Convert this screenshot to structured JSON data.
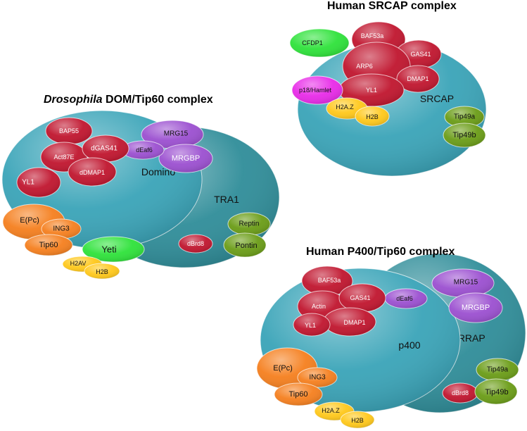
{
  "colors": {
    "scaffold_main": "#3aa4b8",
    "scaffold_secondary": "#2f8d99",
    "red": "#c0152e",
    "purple": "#9b4fd0",
    "orange": "#f57f1e",
    "yellow": "#ffc81a",
    "green_olive": "#6a9c16",
    "green_bright": "#2ee23a",
    "magenta": "#e82ae8"
  },
  "panels": {
    "drosophila": {
      "title_italic": "Drosophila",
      "title_rest": " DOM/Tip60 complex",
      "scaffold_main": "Domino",
      "scaffold_secondary": "TRA1",
      "subunits": {
        "bap55": "BAP55",
        "act87e": "Act87E",
        "dgas41": "dGAS41",
        "ddmap1": "dDMAP1",
        "yl1": "YL1",
        "mrg15": "MRG15",
        "deaf6": "dEaf6",
        "mrgbp": "MRGBP",
        "epc": "E(Pc)",
        "ing3": "ING3",
        "tip60": "Tip60",
        "yeti": "Yeti",
        "h2av": "H2AV",
        "h2b": "H2B",
        "dbrd8": "dBrd8",
        "reptin": "Reptin",
        "pontin": "Pontin"
      }
    },
    "srcap": {
      "title": "Human SRCAP complex",
      "scaffold_main": "SRCAP",
      "subunits": {
        "cfdp1": "CFDP1",
        "baf53a": "BAF53a",
        "gas41": "GAS41",
        "arp6": "ARP6",
        "dmap1": "DMAP1",
        "yl1": "YL1",
        "p18hamlet": "p18/Hamlet",
        "h2az": "H2A.Z",
        "h2b": "H2B",
        "tip49a": "Tip49a",
        "tip49b": "Tip49b"
      }
    },
    "p400": {
      "title": "Human P400/Tip60 complex",
      "scaffold_main": "p400",
      "scaffold_secondary": "TRRAP",
      "subunits": {
        "baf53a": "BAF53a",
        "actin": "Actin",
        "gas41": "GAS41",
        "deaf6": "dEaf6",
        "mrg15": "MRG15",
        "mrgbp": "MRGBP",
        "yl1": "YL1",
        "dmap1": "DMAP1",
        "epc": "E(Pc)",
        "ing3": "ING3",
        "tip60": "Tip60",
        "h2az": "H2A.Z",
        "h2b": "H2B",
        "dbrd8": "dBrd8",
        "tip49a": "Tip49a",
        "tip49b": "Tip49b"
      }
    }
  }
}
